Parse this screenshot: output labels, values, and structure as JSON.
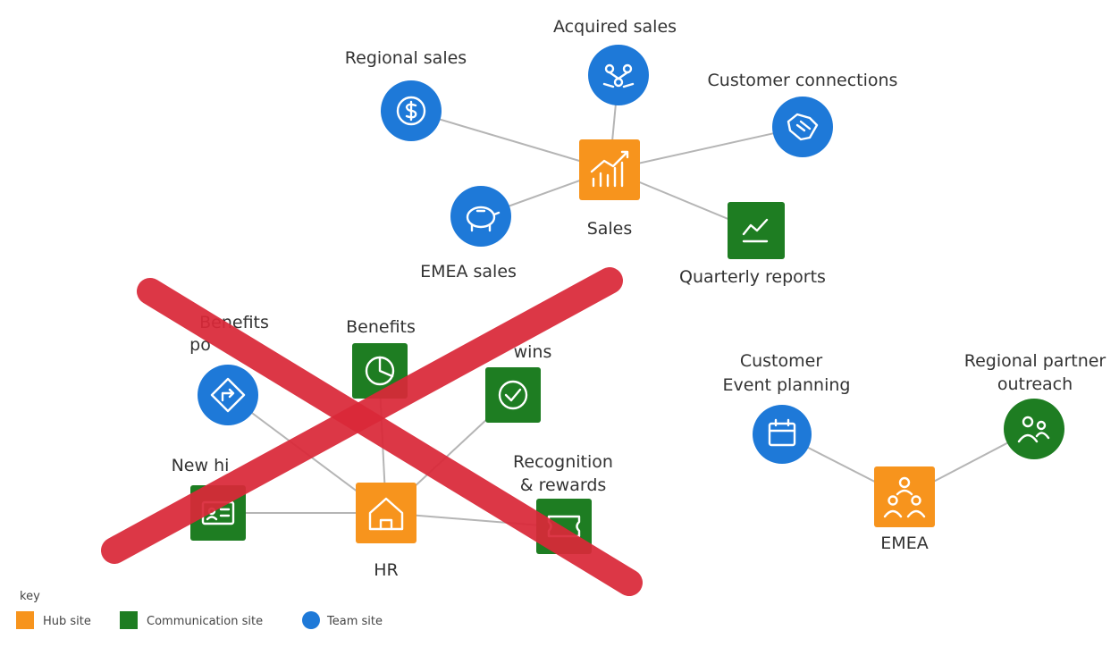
{
  "colors": {
    "hub": "#f7941d",
    "communication": "#1e7d22",
    "team": "#1e79d8",
    "edge": "#b5b5b5",
    "cross": "#d92838"
  },
  "sales_group": {
    "hub": {
      "label": "Sales",
      "icon": "chart-growth-icon"
    },
    "regional": {
      "label": "Regional sales",
      "icon": "dollar-cycle-icon"
    },
    "acquired": {
      "label": "Acquired sales",
      "icon": "people-network-icon"
    },
    "customer_connections": {
      "label": "Customer connections",
      "icon": "handshake-icon"
    },
    "emea_sales": {
      "label": "EMEA sales",
      "icon": "piggy-bank-icon"
    },
    "quarterly": {
      "label": "Quarterly reports",
      "icon": "line-chart-icon"
    }
  },
  "hr_group": {
    "hub": {
      "label": "HR",
      "icon": "house-icon"
    },
    "benefits_po": {
      "label_1": "Benefits",
      "label_2": "po",
      "icon": "diamond-arrow-icon"
    },
    "benefits": {
      "label": "Benefits",
      "icon": "pie-chart-icon"
    },
    "wins": {
      "label": "wins",
      "icon": "checkmark-icon"
    },
    "new_hires": {
      "label": "New hi",
      "icon": "id-card-icon"
    },
    "recognition": {
      "label_1": "Recognition",
      "label_2": "& rewards",
      "icon": "ticket-icon"
    }
  },
  "emea_group": {
    "hub": {
      "label": "EMEA",
      "icon": "people-group-icon"
    },
    "event_planning": {
      "label_1": "Customer",
      "label_2": "Event planning",
      "icon": "calendar-icon"
    },
    "partner_outreach": {
      "label_1": "Regional partner",
      "label_2": "outreach",
      "icon": "partner-icon"
    }
  },
  "key": {
    "title": "key",
    "hub": "Hub site",
    "communication": "Communication site",
    "team": "Team site"
  }
}
